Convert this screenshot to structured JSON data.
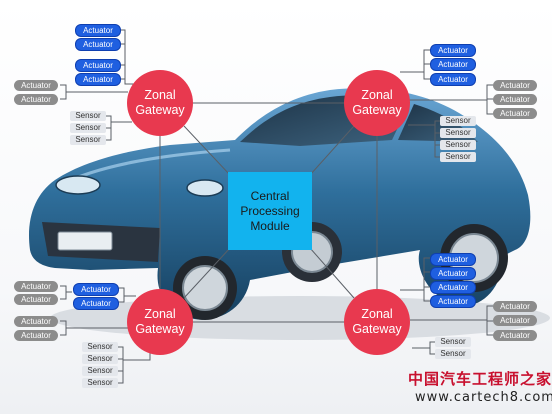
{
  "central": {
    "label": "Central Processing Module"
  },
  "gateways": {
    "top_left": "Zonal Gateway",
    "top_right": "Zonal Gateway",
    "bottom_left": "Zonal Gateway",
    "bottom_right": "Zonal Gateway"
  },
  "labels": {
    "actuator": "Actuator",
    "sensor": "Sensor"
  },
  "watermark": {
    "brand": "中国汽车工程师之家",
    "url": "www.cartech8.com"
  },
  "colors": {
    "gateway": "#e8394f",
    "central": "#12b3ee",
    "actuator_high": "#1f5fe0",
    "actuator_low": "#8c8c8c",
    "sensor": "#e4e7ec",
    "car_body": "#2f6f9c"
  }
}
